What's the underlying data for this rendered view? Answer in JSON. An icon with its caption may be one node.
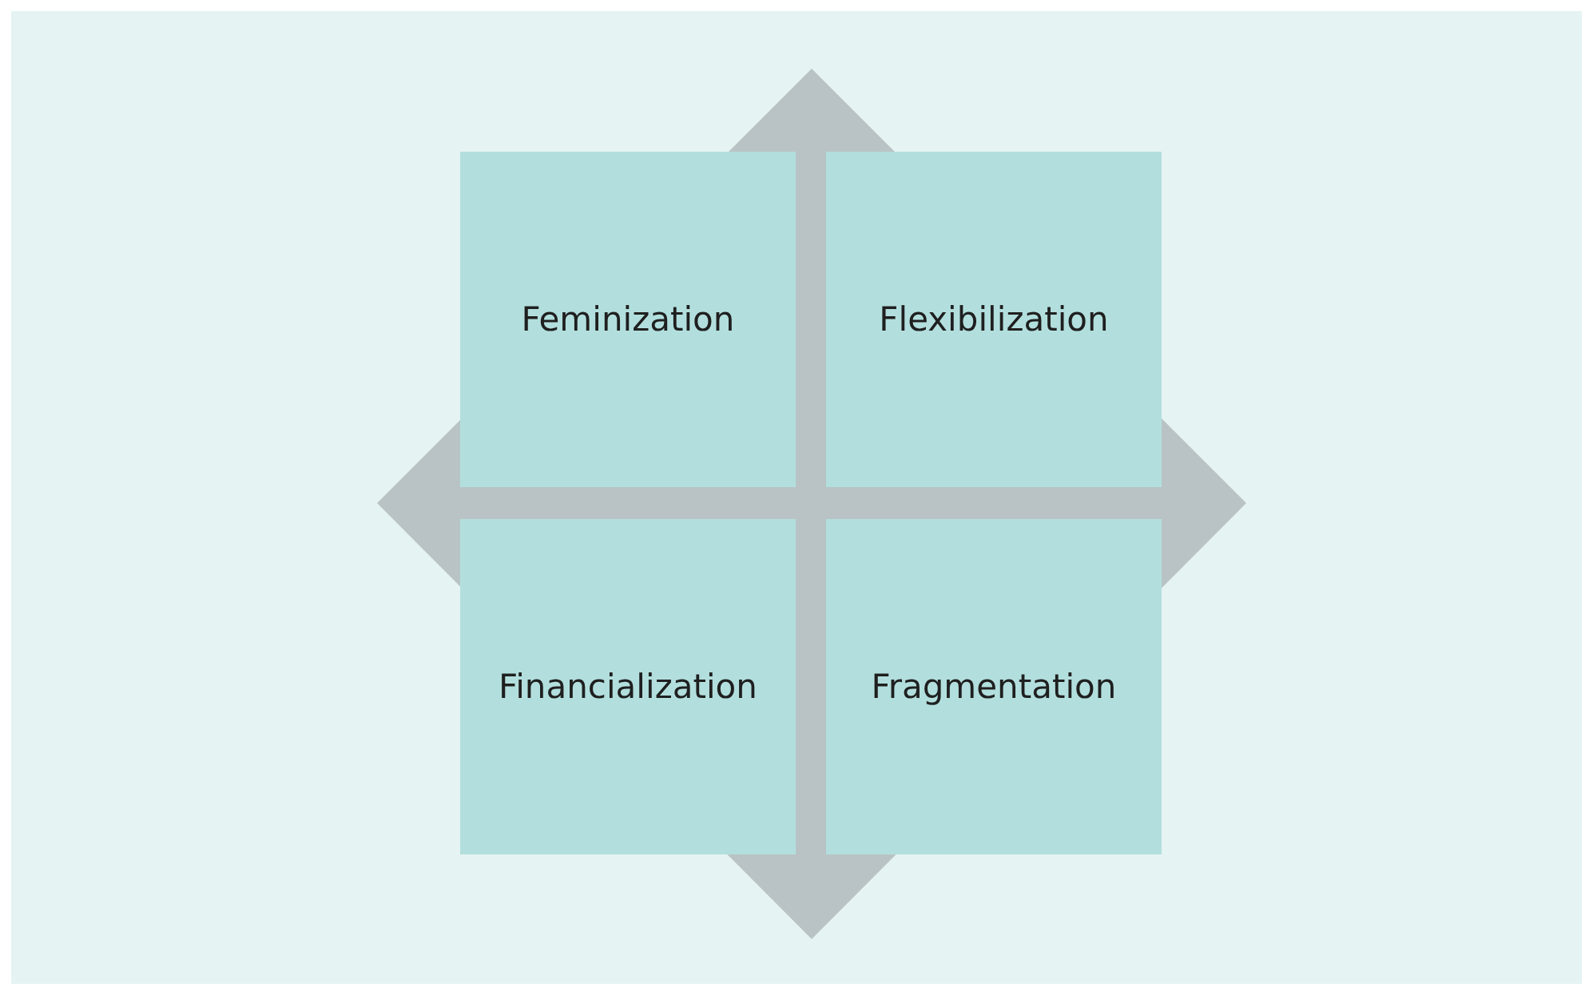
{
  "diagram": {
    "nodes": [
      {
        "text": [
          "Feminization"
        ]
      },
      {
        "text": [
          "Flexibilization"
        ]
      },
      {
        "text": [
          "Financialization"
        ]
      },
      {
        "text": [
          "Fragmentation"
        ]
      }
    ]
  }
}
